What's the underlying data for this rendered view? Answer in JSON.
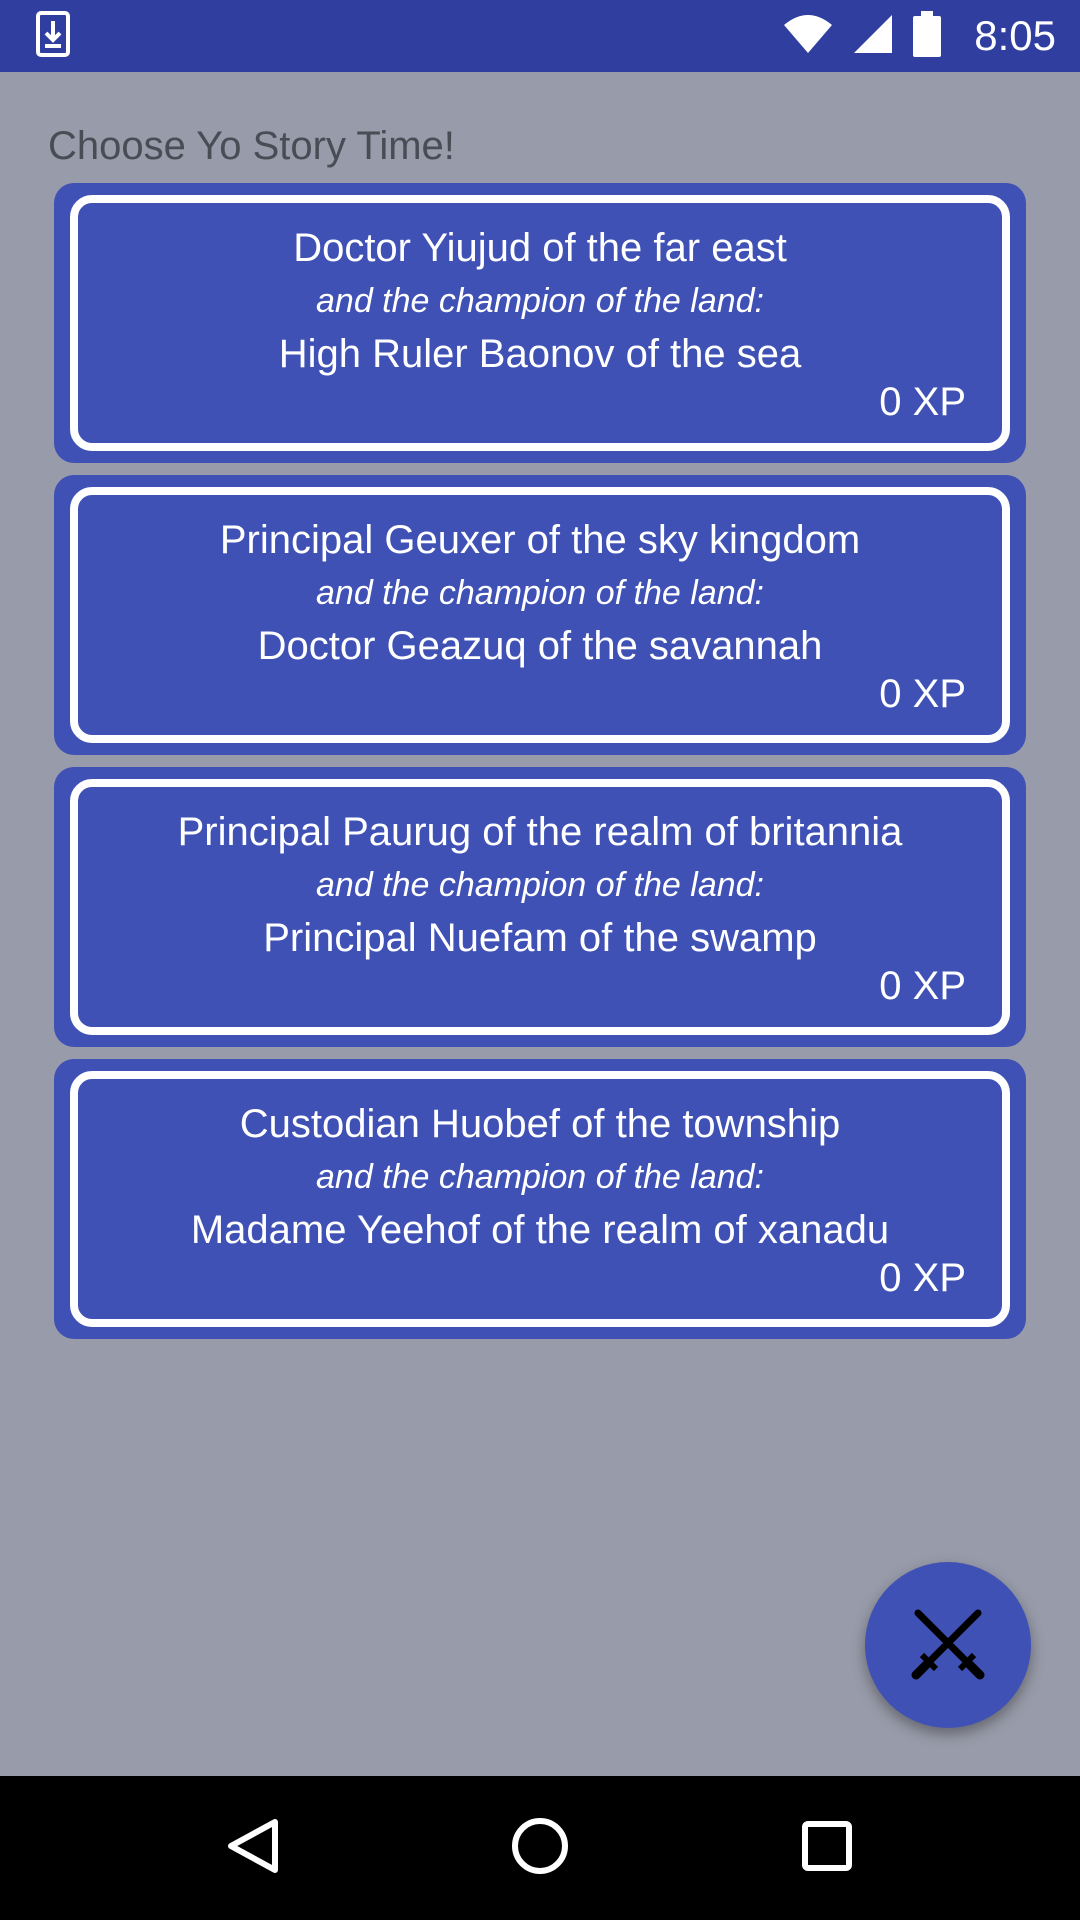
{
  "status_bar": {
    "time": "8:05",
    "icons": [
      "download-notification-icon",
      "wifi-icon",
      "cell-signal-icon",
      "battery-icon"
    ]
  },
  "page": {
    "title": "Choose Yo Story Time!"
  },
  "stories": [
    {
      "hero": "Doctor Yiujud of the far east",
      "connector": "and the champion of the land:",
      "champion": "High Ruler Baonov of the sea",
      "xp": "0 XP"
    },
    {
      "hero": "Principal Geuxer of the sky kingdom",
      "connector": "and the champion of the land:",
      "champion": "Doctor Geazuq of the savannah",
      "xp": "0 XP"
    },
    {
      "hero": "Principal Paurug of the realm of britannia",
      "connector": "and the champion of the land:",
      "champion": "Principal Nuefam of the swamp",
      "xp": "0 XP"
    },
    {
      "hero": "Custodian Huobef of the township",
      "connector": "and the champion of the land:",
      "champion": "Madame Yeehof of the realm of xanadu",
      "xp": "0 XP"
    }
  ],
  "fab": {
    "icon": "crossed-swords-icon"
  },
  "nav": {
    "icons": [
      "back-icon",
      "home-icon",
      "recents-icon"
    ]
  },
  "colors": {
    "status_bar": "#303f9f",
    "primary": "#3f51b5",
    "background": "#989ba9",
    "nav_bar": "#000000"
  }
}
